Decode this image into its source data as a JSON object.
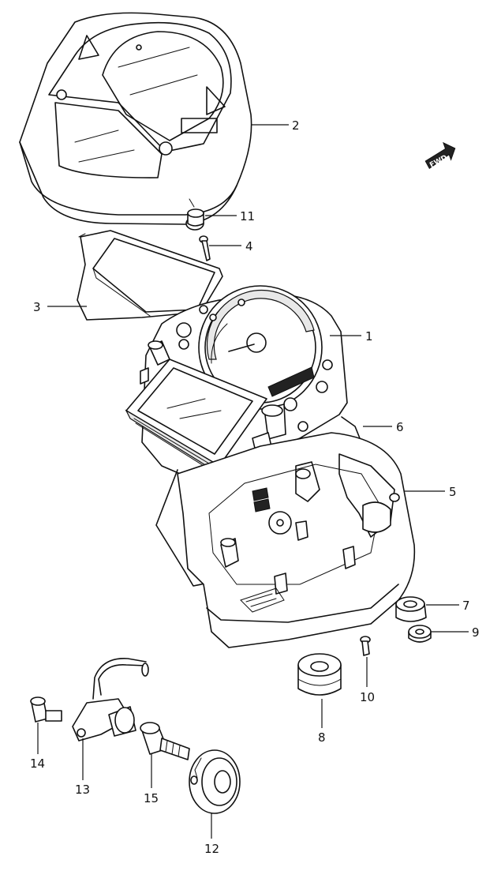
{
  "fwd_label": "FWD",
  "callouts": {
    "c1": "1",
    "c2": "2",
    "c3": "3",
    "c4": "4",
    "c5": "5",
    "c6": "6",
    "c7": "7",
    "c8": "8",
    "c9": "9",
    "c10": "10",
    "c11": "11",
    "c12": "12",
    "c13": "13",
    "c14": "14",
    "c15": "15"
  },
  "parts": [
    {
      "ref": "1",
      "part": "speedometer-assembly"
    },
    {
      "ref": "2",
      "part": "upper-case"
    },
    {
      "ref": "3",
      "part": "lens-gasket"
    },
    {
      "ref": "4",
      "part": "screw"
    },
    {
      "ref": "5",
      "part": "lower-case"
    },
    {
      "ref": "6",
      "part": "seal"
    },
    {
      "ref": "7",
      "part": "cushion"
    },
    {
      "ref": "8",
      "part": "cushion"
    },
    {
      "ref": "9",
      "part": "washer"
    },
    {
      "ref": "10",
      "part": "screw"
    },
    {
      "ref": "11",
      "part": "grommet"
    },
    {
      "ref": "12",
      "part": "washer"
    },
    {
      "ref": "13",
      "part": "sensor"
    },
    {
      "ref": "14",
      "part": "bolt"
    },
    {
      "ref": "15",
      "part": "bolt"
    }
  ]
}
